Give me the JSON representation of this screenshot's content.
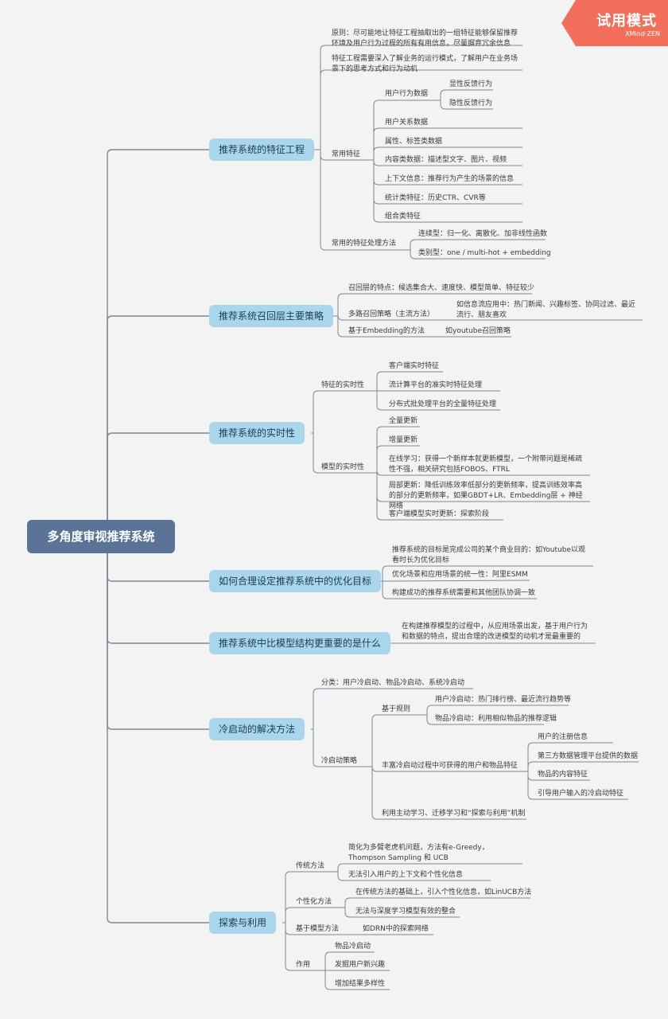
{
  "badge": {
    "title": "试用模式",
    "brand": "XMind·ZEN"
  },
  "root": "多角度审视推荐系统",
  "branches": {
    "feature": "推荐系统的特征工程",
    "recall": "推荐系统召回层主要策略",
    "realtime": "推荐系统的实时性",
    "objective": "如何合理设定推荐系统中的优化目标",
    "beyond": "推荐系统中比模型结构更重要的是什么",
    "cold": "冷启动的解决方法",
    "explore": "探索与利用"
  },
  "feature": {
    "principle": "原则：尽可能地让特征工程抽取出的一组特征能够保留推荐环境及用户行为过程的所有有用信息，尽量摒弃冗余信息",
    "business": "特征工程需要深入了解业务的运行模式，了解用户在业务场景下的思考方式和行为动机",
    "common": "常用特征",
    "behavior": "用户行为数据",
    "explicit": "显性反馈行为",
    "implicit": "隐性反馈行为",
    "relation": "用户关系数据",
    "attr": "属性、标签类数据",
    "content": "内容类数据：描述型文字、图片、视频",
    "context": "上下文信息：推荐行为产生的场景的信息",
    "stats": "统计类特征：历史CTR、CVR等",
    "combo": "组合类特征",
    "methods": "常用的特征处理方法",
    "continuous": "连续型：归一化、离散化、加非线性函数",
    "categorical": "类别型：one / multi-hot + embedding"
  },
  "recall": {
    "traits": "召回层的特点：候选集合大、速度快、模型简单、特征较少",
    "multi": "多路召回策略（主流方法）",
    "multi_eg": "如信息流应用中：热门新闻、兴趣标签、协同过滤、最近流行、朋友喜欢",
    "emb": "基于Embedding的方法",
    "emb_eg": "如youtube召回策略"
  },
  "realtime": {
    "feat": "特征的实时性",
    "client": "客户端实时特征",
    "stream": "流计算平台的准实时特征处理",
    "batch": "分布式批处理平台的全量特征处理",
    "model": "模型的实时性",
    "full": "全量更新",
    "incr": "增量更新",
    "online": "在线学习：获得一个新样本就更新模型，一个附带问题是稀疏性不强，相关研究包括FOBOS、FTRL",
    "partial": "局部更新：降低训练效率低部分的更新频率，提高训练效率高的部分的更新频率，如果GBDT+LR、Embedding层 + 神经网络",
    "client_model": "客户端模型实时更新：探索阶段"
  },
  "objective": {
    "goal": "推荐系统的目标是完成公司的某个商业目的：如Youtube以观看时长为优化目标",
    "unify": "优化场景和应用场景的统一性：阿里ESMM",
    "team": "构建成功的推荐系统需要和其他团队协调一致"
  },
  "beyond": {
    "text": "在构建推荐模型的过程中，从应用场景出发，基于用户行为和数据的特点，提出合理的改进模型的动机才是最重要的"
  },
  "cold": {
    "types": "分类：用户冷启动、物品冷启动、系统冷启动",
    "strategy": "冷启动策略",
    "rules": "基于规则",
    "user_cold": "用户冷启动：热门排行榜、最近流行趋势等",
    "item_cold": "物品冷启动：利用相似物品的推荐逻辑",
    "enrich": "丰富冷启动过程中可获得的用户和物品特征",
    "reg": "用户的注册信息",
    "third": "第三方数据管理平台提供的数据",
    "item_content": "物品的内容特征",
    "guide": "引导用户输入的冷启动特征",
    "active": "利用主动学习、迁移学习和“探索与利用”机制"
  },
  "explore": {
    "trad": "传统方法",
    "bandit": "简化为多臂老虎机问题，方法有e-Greedy，Thompson Sampling 和 UCB",
    "no_ctx": "无法引入用户的上下文和个性化信息",
    "personal": "个性化方法",
    "linucb": "在传统方法的基础上，引入个性化信息，如LinUCB方法",
    "no_deep": "无法与深度学习模型有效的整合",
    "model_based": "基于模型方法",
    "drn": "如DRN中的探索网络",
    "use": "作用",
    "item_cold": "物品冷启动",
    "discover": "发掘用户新兴趣",
    "diversity": "增加结果多样性"
  },
  "colors": {
    "background": "#f3f3f3",
    "root": "#5b7397",
    "branch": "#a9d6ea",
    "line": "#7a8796",
    "badge": "#f26f5b"
  }
}
